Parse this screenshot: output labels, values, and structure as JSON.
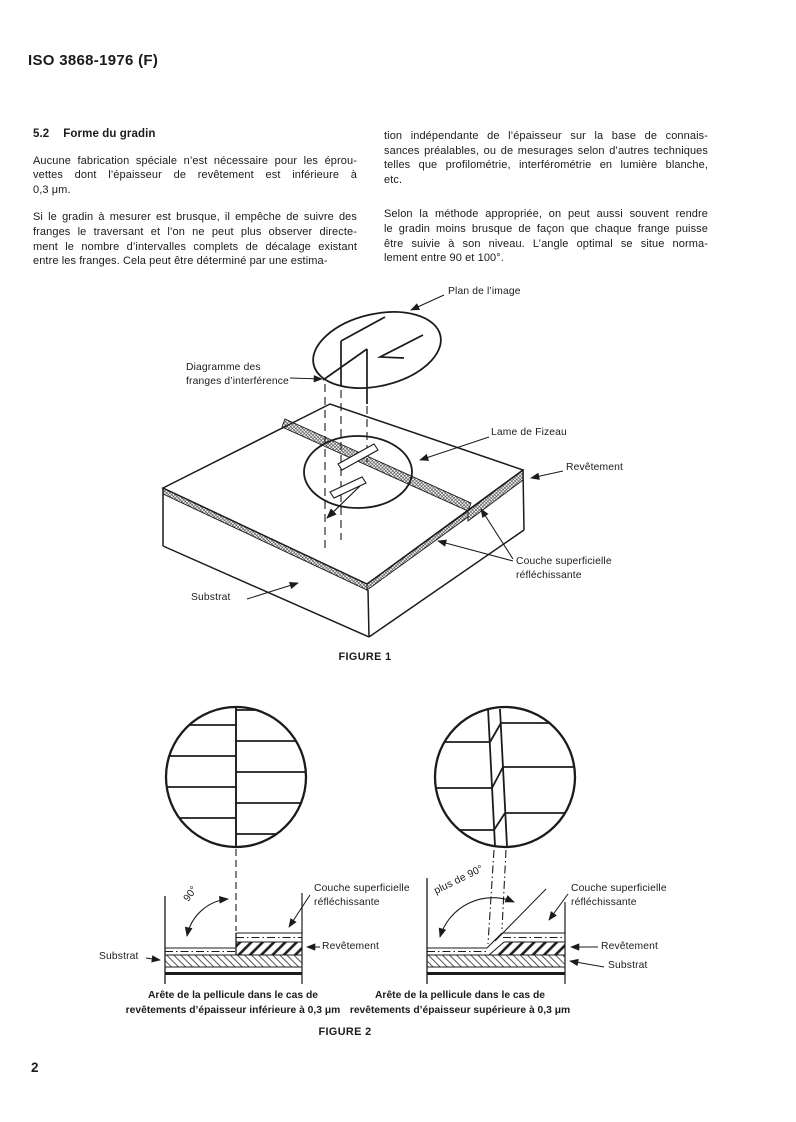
{
  "doc": {
    "header": "ISO 3868-1976 (F)",
    "page_number": "2"
  },
  "section": {
    "number": "5.2",
    "title": "Forme du gradin"
  },
  "text": {
    "left": {
      "p1": [
        "Aucune fabrication spéciale n’est nécessaire pour les éprou-",
        "vettes dont l’épaisseur de revêtement est inférieure à",
        "0,3 μm."
      ],
      "p2": [
        "Si le gradin à mesurer est brusque, il empêche de suivre des",
        "franges le traversant et l’on ne peut plus observer directe-",
        "ment le nombre d’intervalles complets de décalage existant",
        "entre les franges. Cela peut être déterminé par une estima-"
      ]
    },
    "right": {
      "p1": [
        "tion indépendante de l’épaisseur sur la base de connais-",
        "sances préalables, ou de mesurages selon d’autres techniques",
        "telles que profilométrie, interférométrie en lumière blanche,",
        "etc."
      ],
      "p2": [
        "Selon la méthode appropriée, on peut aussi souvent rendre",
        "le gradin moins brusque de façon que chaque frange puisse",
        "être suivie à son niveau. L’angle optimal se situe norma-",
        "lement entre 90 et 100°."
      ]
    }
  },
  "figure1": {
    "caption": "FIGURE 1",
    "labels": {
      "plan_image": "Plan de l’image",
      "diagramme_l1": "Diagramme des",
      "diagramme_l2": "franges d’interférence",
      "lame": "Lame de Fizeau",
      "revetement": "Revêtement",
      "couche_l1": "Couche superficielle",
      "couche_l2": "réfléchissante",
      "substrat": "Substrat"
    }
  },
  "figure2": {
    "caption": "FIGURE 2",
    "left": {
      "angle": "90°",
      "couche_l1": "Couche superficielle",
      "couche_l2": "réfléchissante",
      "revetement": "Revêtement",
      "substrat": "Substrat",
      "caption_l1": "Arête de la pellicule dans le cas de",
      "caption_l2": "revêtements d’épaisseur inférieure à 0,3 μm"
    },
    "right": {
      "angle": "plus de 90°",
      "couche_l1": "Couche superficielle",
      "couche_l2": "réfléchissante",
      "revetement": "Revêtement",
      "substrat": "Substrat",
      "caption_l1": "Arête de la pellicule dans le cas de",
      "caption_l2": "revêtements d’épaisseur supérieure à 0,3 μm"
    }
  }
}
